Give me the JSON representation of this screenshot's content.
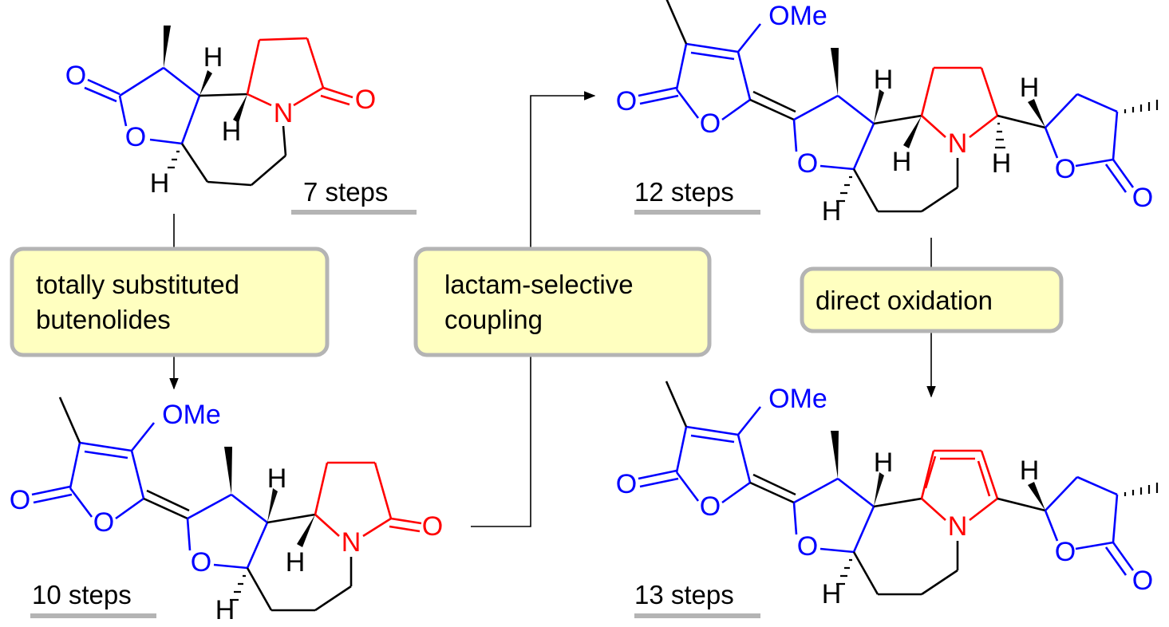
{
  "atoms": {
    "O": "O",
    "N": "N",
    "H": "H",
    "OMe": "OMe"
  },
  "steps": {
    "first": "7 steps",
    "second": "10 steps",
    "third": "12 steps",
    "fourth": "13 steps"
  },
  "boxes": {
    "butenolides": {
      "line1": "totally substituted",
      "line2": "butenolides"
    },
    "coupling": {
      "line1": "lactam-selective",
      "line2": "coupling"
    },
    "oxidation": {
      "line1": "direct oxidation"
    }
  },
  "colors": {
    "blue": "#0000ff",
    "red": "#ff0000",
    "box_fill": "#ffffc0",
    "box_border": "#b4b4b4"
  }
}
